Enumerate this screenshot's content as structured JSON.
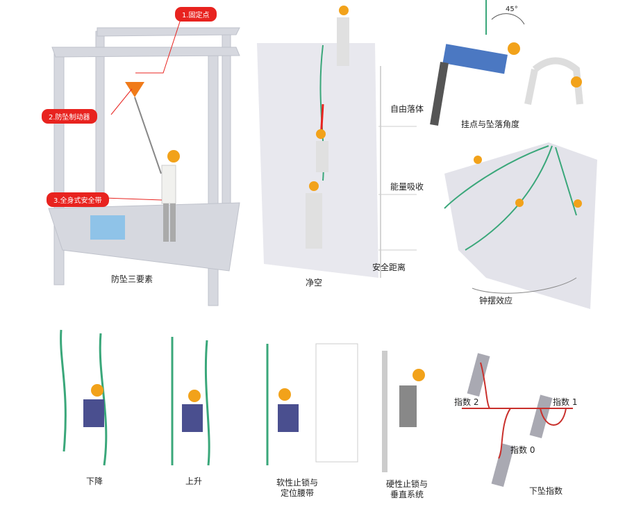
{
  "panels": {
    "three_elements": {
      "caption": "防坠三要素",
      "tags": [
        "1.固定点",
        "2.防坠制动器",
        "3.全身式安全带"
      ]
    },
    "clearance": {
      "caption": "净空",
      "zones": [
        "自由落体",
        "能量吸收",
        "安全距离"
      ]
    },
    "anchor_angle": {
      "caption": "挂点与坠落角度",
      "angle": "45°"
    },
    "pendulum": {
      "caption": "钟摆效应"
    },
    "descend": {
      "caption": "下降"
    },
    "ascend": {
      "caption": "上升"
    },
    "soft_lock": {
      "caption_line1": "软性止锁与",
      "caption_line2": "定位腰带"
    },
    "rigid_lock": {
      "caption_line1": "硬性止锁与",
      "caption_line2": "垂直系统"
    },
    "fall_factor": {
      "caption": "下坠指数",
      "labels": [
        "指数 2",
        "指数 1",
        "指数 0"
      ]
    }
  },
  "colors": {
    "accent": "#e8231f",
    "steel": "#d4d6dd",
    "rope": "#3aa77a",
    "helmet": "#f2a21a"
  }
}
